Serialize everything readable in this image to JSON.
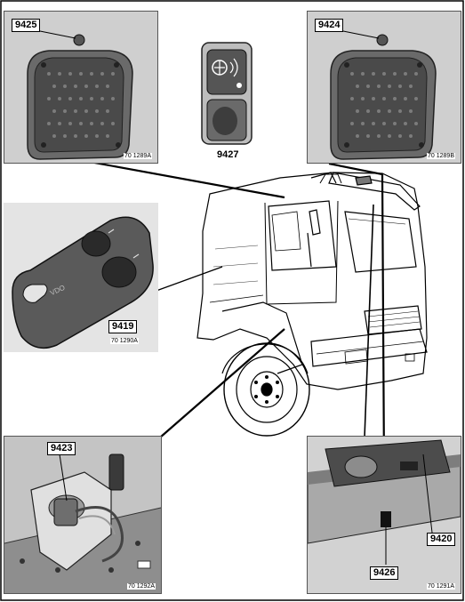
{
  "panels": {
    "top_left": {
      "callout": "9425",
      "ref": "70 1289A"
    },
    "top_center": {
      "label": "9427"
    },
    "top_right": {
      "callout": "9424",
      "ref": "70 1289B"
    },
    "key_fob": {
      "callout": "9419",
      "ref": "70 1290A",
      "fob_text": "VDO"
    },
    "bottom_left": {
      "callout": "9423",
      "ref": "70 1292A"
    },
    "bottom_right": {
      "callout_a": "9420",
      "callout_b": "9426",
      "ref": "70 1291A"
    }
  },
  "colors": {
    "panel_grey": "#c8c8c8",
    "line": "#000000"
  }
}
